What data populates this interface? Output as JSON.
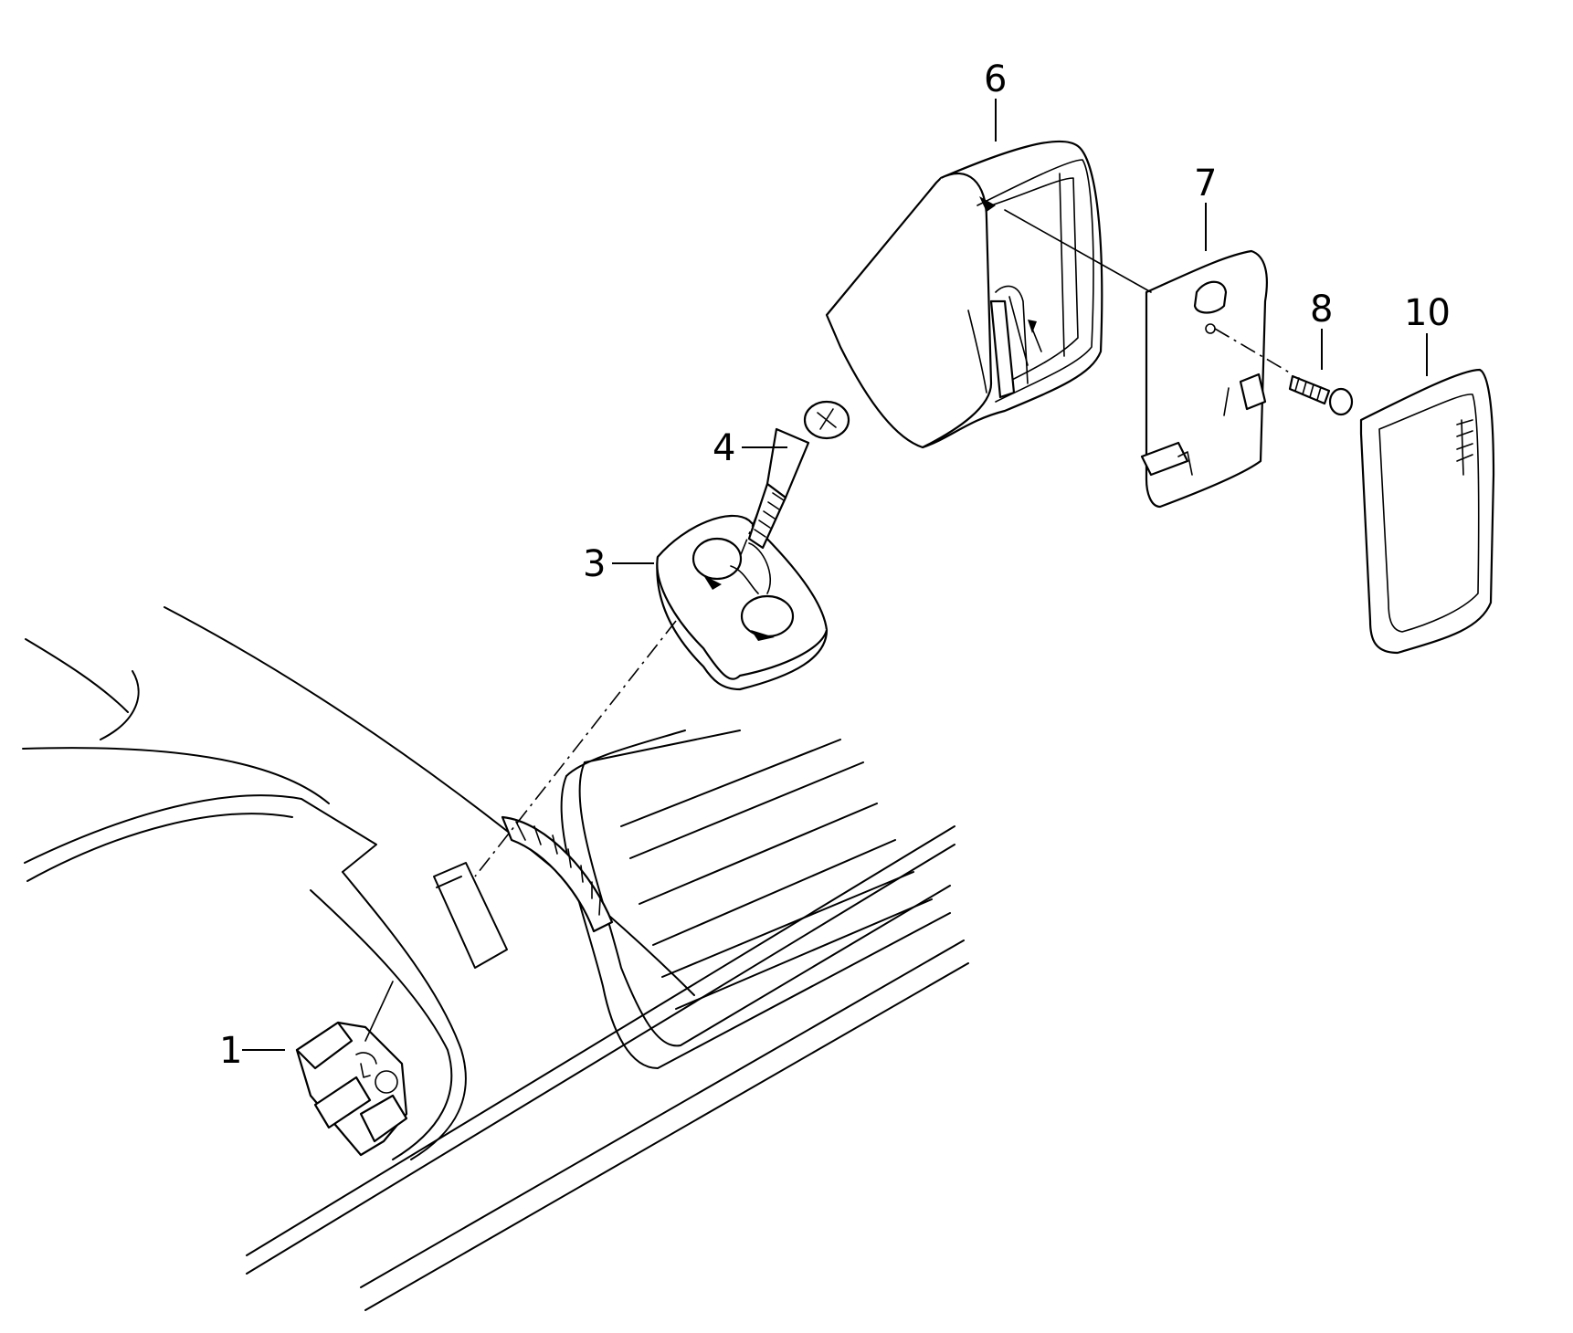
{
  "callouts": {
    "c1": "1",
    "c3": "3",
    "c4": "4",
    "c6": "6",
    "c7": "7",
    "c8": "8",
    "c10": "10"
  }
}
